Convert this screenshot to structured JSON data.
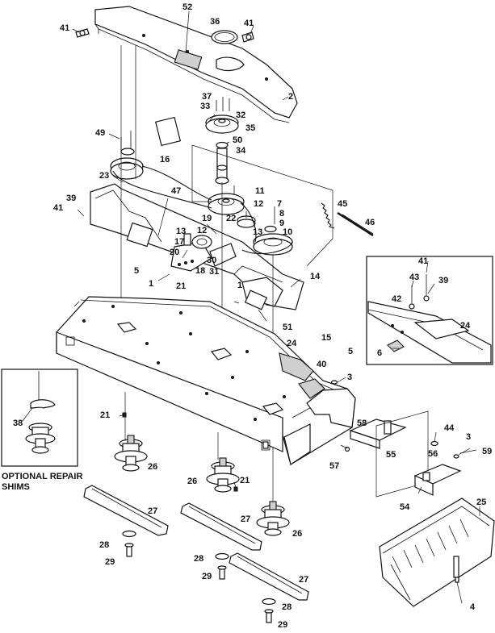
{
  "diagram": {
    "inset_caption_line1": "OPTIONAL REPAIR",
    "inset_caption_line2": "SHIMS",
    "callouts": [
      {
        "id": "c41a",
        "label": "41"
      },
      {
        "id": "c52",
        "label": "52"
      },
      {
        "id": "c36",
        "label": "36"
      },
      {
        "id": "c41b",
        "label": "41"
      },
      {
        "id": "c2",
        "label": "2"
      },
      {
        "id": "c37",
        "label": "37"
      },
      {
        "id": "c33",
        "label": "33"
      },
      {
        "id": "c32",
        "label": "32"
      },
      {
        "id": "c35",
        "label": "35"
      },
      {
        "id": "c50",
        "label": "50"
      },
      {
        "id": "c34",
        "label": "34"
      },
      {
        "id": "c49",
        "label": "49"
      },
      {
        "id": "c16",
        "label": "16"
      },
      {
        "id": "c23",
        "label": "23"
      },
      {
        "id": "c11",
        "label": "11"
      },
      {
        "id": "c12a",
        "label": "12"
      },
      {
        "id": "c7",
        "label": "7"
      },
      {
        "id": "c8",
        "label": "8"
      },
      {
        "id": "c9",
        "label": "9"
      },
      {
        "id": "c45",
        "label": "45"
      },
      {
        "id": "c39a",
        "label": "39"
      },
      {
        "id": "c41c",
        "label": "41"
      },
      {
        "id": "c47",
        "label": "47"
      },
      {
        "id": "c22",
        "label": "22"
      },
      {
        "id": "c19",
        "label": "19"
      },
      {
        "id": "c13a",
        "label": "13"
      },
      {
        "id": "c13b",
        "label": "13"
      },
      {
        "id": "c10",
        "label": "10"
      },
      {
        "id": "c46",
        "label": "46"
      },
      {
        "id": "c12b",
        "label": "12"
      },
      {
        "id": "c17",
        "label": "17"
      },
      {
        "id": "c20",
        "label": "20"
      },
      {
        "id": "c30",
        "label": "30"
      },
      {
        "id": "c18",
        "label": "18"
      },
      {
        "id": "c31",
        "label": "31"
      },
      {
        "id": "c5a",
        "label": "5"
      },
      {
        "id": "c1a",
        "label": "1"
      },
      {
        "id": "c21a",
        "label": "21"
      },
      {
        "id": "c1b",
        "label": "1"
      },
      {
        "id": "c14",
        "label": "14"
      },
      {
        "id": "c41d",
        "label": "41"
      },
      {
        "id": "c43",
        "label": "43"
      },
      {
        "id": "c39b",
        "label": "39"
      },
      {
        "id": "c42",
        "label": "42"
      },
      {
        "id": "c24a",
        "label": "24"
      },
      {
        "id": "c6",
        "label": "6"
      },
      {
        "id": "c51",
        "label": "51"
      },
      {
        "id": "c24b",
        "label": "24"
      },
      {
        "id": "c15",
        "label": "15"
      },
      {
        "id": "c40",
        "label": "40"
      },
      {
        "id": "c5b",
        "label": "5"
      },
      {
        "id": "c3a",
        "label": "3"
      },
      {
        "id": "c21b",
        "label": "21"
      },
      {
        "id": "c38",
        "label": "38"
      },
      {
        "id": "c58",
        "label": "58"
      },
      {
        "id": "c44",
        "label": "44"
      },
      {
        "id": "c3b",
        "label": "3"
      },
      {
        "id": "c59",
        "label": "59"
      },
      {
        "id": "c55",
        "label": "55"
      },
      {
        "id": "c57",
        "label": "57"
      },
      {
        "id": "c56",
        "label": "56"
      },
      {
        "id": "c26a",
        "label": "26"
      },
      {
        "id": "c26b",
        "label": "26"
      },
      {
        "id": "c21c",
        "label": "21"
      },
      {
        "id": "c54",
        "label": "54"
      },
      {
        "id": "c25",
        "label": "25"
      },
      {
        "id": "c27a",
        "label": "27"
      },
      {
        "id": "c27b",
        "label": "27"
      },
      {
        "id": "c26c",
        "label": "26"
      },
      {
        "id": "c28a",
        "label": "28"
      },
      {
        "id": "c29a",
        "label": "29"
      },
      {
        "id": "c28b",
        "label": "28"
      },
      {
        "id": "c29b",
        "label": "29"
      },
      {
        "id": "c27c",
        "label": "27"
      },
      {
        "id": "c28c",
        "label": "28"
      },
      {
        "id": "c29c",
        "label": "29"
      },
      {
        "id": "c4",
        "label": "4"
      }
    ]
  }
}
